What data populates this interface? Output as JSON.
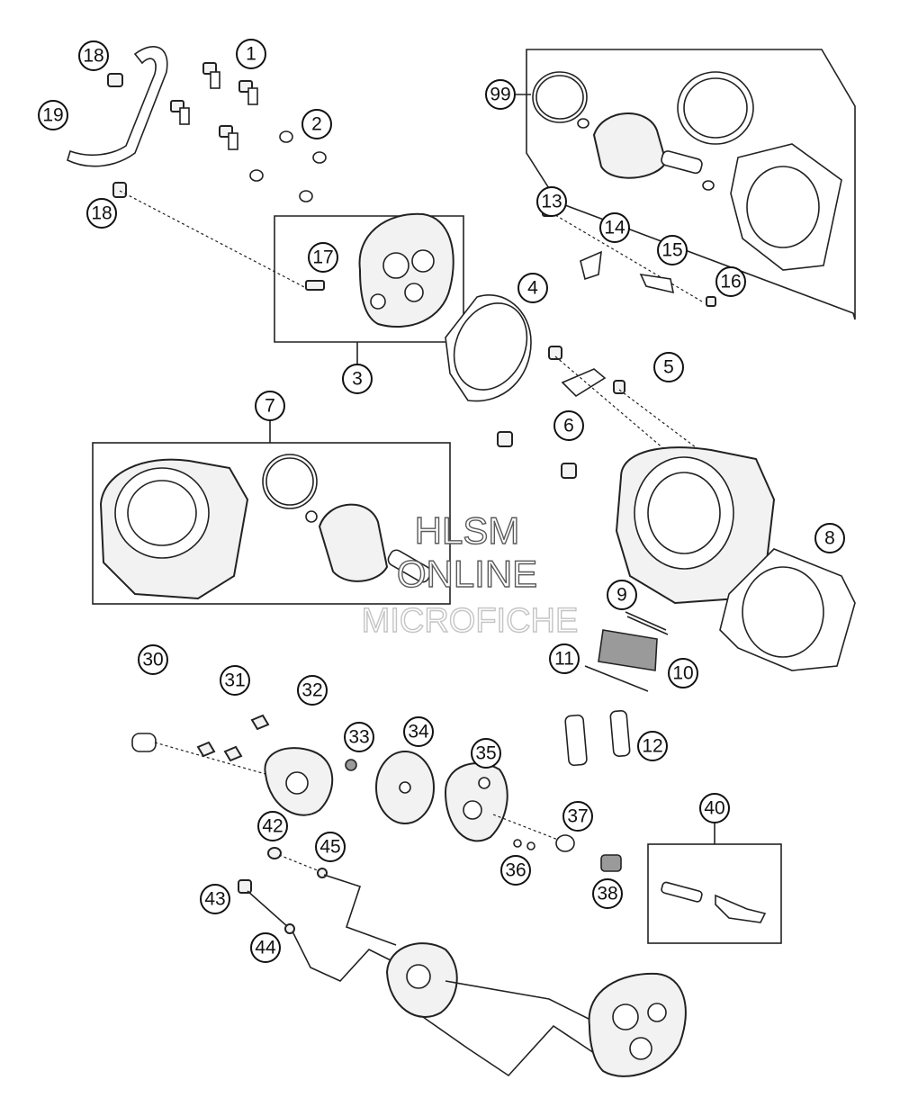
{
  "diagram": {
    "callouts": [
      {
        "id": "1",
        "label": "1"
      },
      {
        "id": "2",
        "label": "2"
      },
      {
        "id": "3",
        "label": "3"
      },
      {
        "id": "4",
        "label": "4"
      },
      {
        "id": "5",
        "label": "5"
      },
      {
        "id": "6",
        "label": "6"
      },
      {
        "id": "7",
        "label": "7"
      },
      {
        "id": "8",
        "label": "8"
      },
      {
        "id": "9",
        "label": "9"
      },
      {
        "id": "10",
        "label": "10"
      },
      {
        "id": "11",
        "label": "11"
      },
      {
        "id": "12",
        "label": "12"
      },
      {
        "id": "13",
        "label": "13"
      },
      {
        "id": "14",
        "label": "14"
      },
      {
        "id": "15",
        "label": "15"
      },
      {
        "id": "16",
        "label": "16"
      },
      {
        "id": "17",
        "label": "17"
      },
      {
        "id": "18a",
        "label": "18"
      },
      {
        "id": "18b",
        "label": "18"
      },
      {
        "id": "19",
        "label": "19"
      },
      {
        "id": "30",
        "label": "30"
      },
      {
        "id": "31",
        "label": "31"
      },
      {
        "id": "32",
        "label": "32"
      },
      {
        "id": "33",
        "label": "33"
      },
      {
        "id": "34",
        "label": "34"
      },
      {
        "id": "35",
        "label": "35"
      },
      {
        "id": "36",
        "label": "36"
      },
      {
        "id": "37",
        "label": "37"
      },
      {
        "id": "38",
        "label": "38"
      },
      {
        "id": "40",
        "label": "40"
      },
      {
        "id": "42",
        "label": "42"
      },
      {
        "id": "43",
        "label": "43"
      },
      {
        "id": "44",
        "label": "44"
      },
      {
        "id": "45",
        "label": "45"
      },
      {
        "id": "99",
        "label": "99"
      }
    ]
  },
  "watermark": {
    "line1": "HLSM",
    "line2": "ONLINE",
    "line3": "MICROFICHE"
  }
}
